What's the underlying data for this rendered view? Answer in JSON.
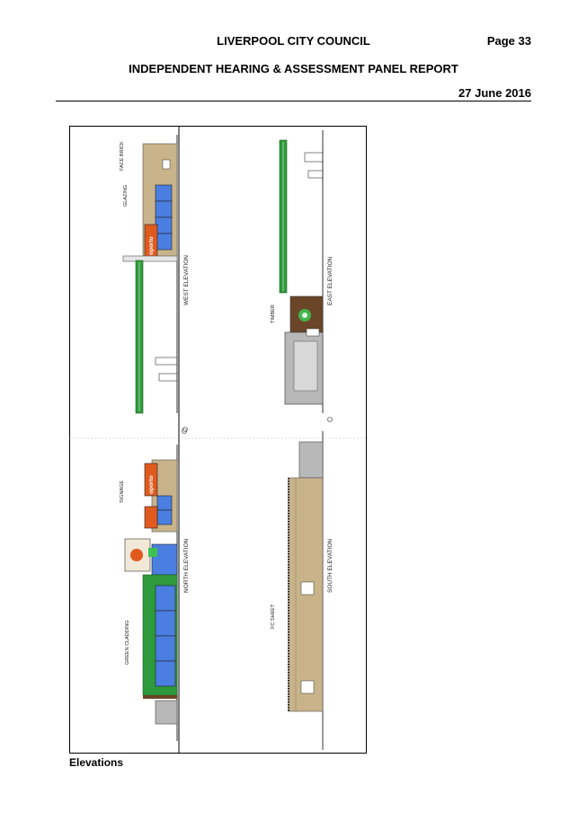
{
  "header": {
    "council": "LIVERPOOL CITY COUNCIL",
    "page": "Page 33",
    "report_title": "INDEPENDENT HEARING & ASSESSMENT PANEL REPORT",
    "date": "27 June 2016"
  },
  "figure": {
    "caption": "Elevations",
    "elevation_titles": [
      "WEST ELEVATION",
      "EAST ELEVATION",
      "NORTH ELEVATION",
      "SOUTH ELEVATION"
    ],
    "brand_signs": [
      "oporto",
      "oporto"
    ],
    "colors": {
      "facade_tan": "#c8b38a",
      "glazing_blue": "#4a7ee0",
      "signage_orange": "#e05a1e",
      "brand_green": "#2f9a3c",
      "timber": "#6a4528",
      "concrete_grey": "#b8b8b8"
    }
  }
}
